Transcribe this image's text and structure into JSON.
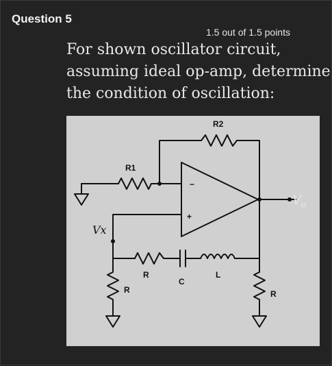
{
  "question": {
    "label": "Question 5",
    "score": "1.5 out of 1.5 points",
    "prompt_lines": [
      "For shown oscillator circuit,",
      "assuming ideal op-amp, determine",
      "the condition of oscillation:"
    ]
  },
  "circuit": {
    "labels": {
      "r2": "R2",
      "r1": "R1",
      "vx": "Vx",
      "r_series": "R",
      "c": "C",
      "l": "L",
      "r_shunt_left": "R",
      "r_shunt_right": "R",
      "minus": "−",
      "plus": "+",
      "vo": "V",
      "vo_sub": "o"
    }
  },
  "colors": {
    "background": "#232323",
    "figure_bg": "#d0d0d0",
    "wire": "#111111",
    "text": "#e8e8e8"
  }
}
